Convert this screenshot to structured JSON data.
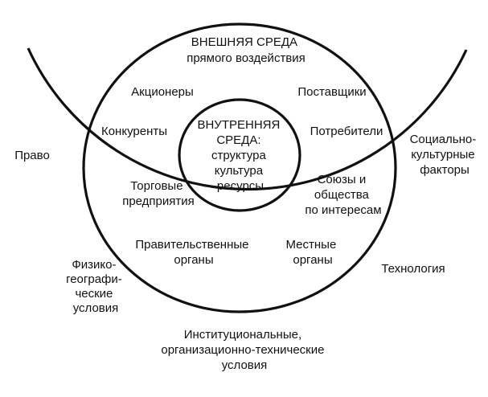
{
  "colors": {
    "stroke": "#111111",
    "text": "#111111",
    "background": "#ffffff"
  },
  "outer_environment": {
    "left": "Право",
    "right": [
      "Социально-",
      "культурные",
      "факторы"
    ],
    "physical": [
      "Физико-",
      "географи-",
      "ческие",
      "условия"
    ],
    "technology": "Технология",
    "institutional": [
      "Институциональные,",
      "организационно-технические",
      "условия"
    ]
  },
  "direct_environment": {
    "title": [
      "ВНЕШНЯЯ СРЕДА",
      "прямого воздействия"
    ],
    "shareholders": "Акционеры",
    "suppliers": "Поставщики",
    "competitors": "Конкуренты",
    "consumers": "Потребители",
    "trade": [
      "Торговые",
      "предприятия"
    ],
    "unions": [
      "Союзы и",
      "общества",
      "по интересам"
    ],
    "government": [
      "Правительственные",
      "органы"
    ],
    "local": [
      "Местные",
      "органы"
    ]
  },
  "internal_environment": {
    "title": [
      "ВНУТРЕННЯЯ",
      "СРЕДА:"
    ],
    "items": [
      "структура",
      "культура",
      "ресурсы"
    ]
  }
}
